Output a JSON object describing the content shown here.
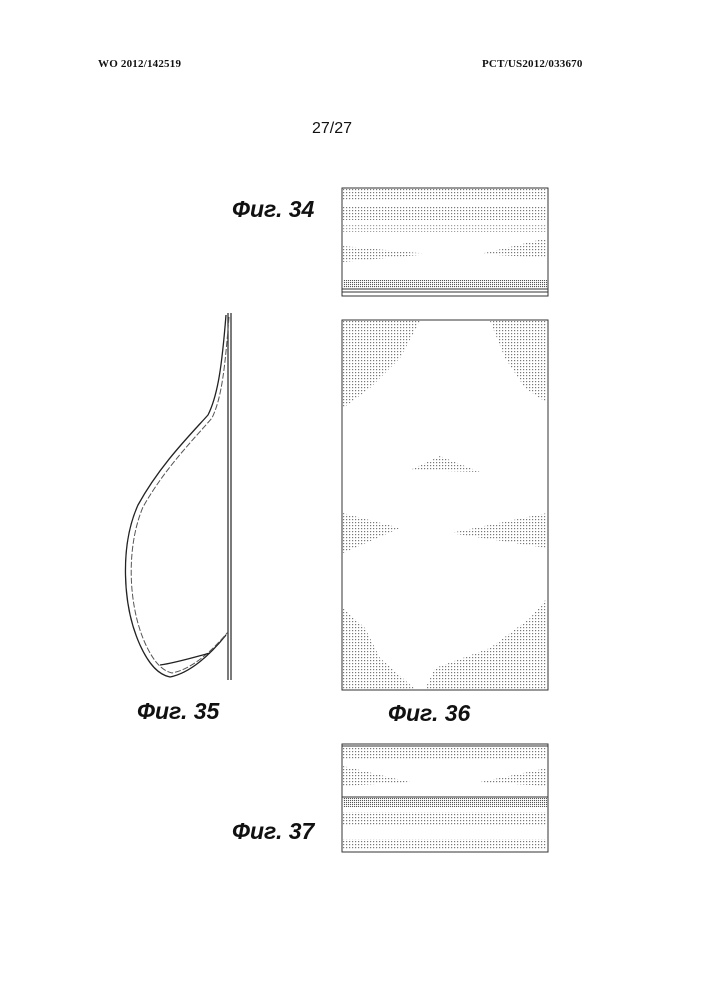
{
  "header": {
    "publication_number": "WO 2012/142519",
    "application_number": "PCT/US2012/033670"
  },
  "page_number": "27/27",
  "figures": [
    {
      "label": "Фиг. 34"
    },
    {
      "label": "Фиг. 35"
    },
    {
      "label": "Фиг. 36"
    },
    {
      "label": "Фиг. 37"
    }
  ]
}
